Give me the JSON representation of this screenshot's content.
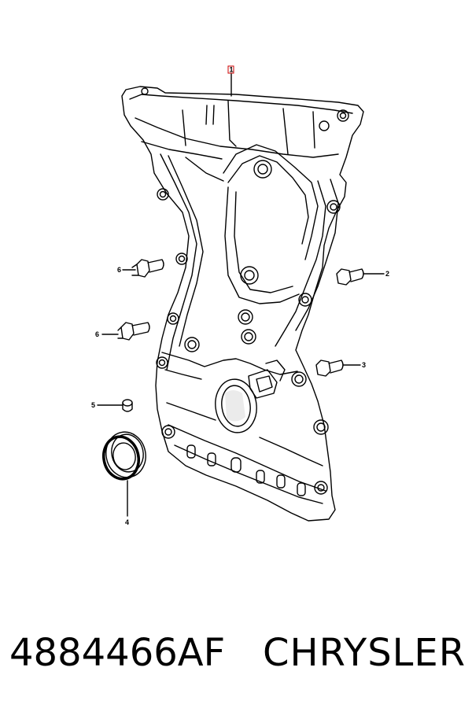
{
  "callouts": {
    "c1": "1",
    "c2": "2",
    "c3": "3",
    "c4": "4",
    "c5": "5",
    "c6a": "6",
    "c6b": "6"
  },
  "caption": {
    "part_number": "4884466AF",
    "brand": "CHRYSLER"
  },
  "colors": {
    "line": "#000000",
    "highlight": "#cc0000"
  }
}
